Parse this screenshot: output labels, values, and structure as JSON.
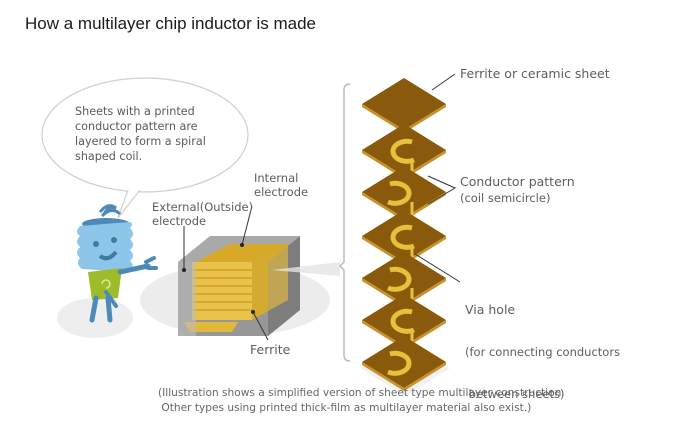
{
  "title": "How a multilayer chip inductor is made",
  "speech_bubble": {
    "lines": [
      "Sheets with a printed",
      "conductor pattern are",
      "layered to form a spiral",
      "shaped coil."
    ]
  },
  "chip_labels": {
    "internal_electrode": [
      "Internal",
      "electrode"
    ],
    "external_electrode": [
      "External(Outside)",
      "electrode"
    ],
    "ferrite": "Ferrite"
  },
  "stack_labels": {
    "sheet": "Ferrite or ceramic sheet",
    "conductor": [
      "Conductor pattern",
      "(coil semicircle)"
    ],
    "via": [
      "Via hole",
      "(for connecting conductors",
      " between sheets)"
    ]
  },
  "footnote": [
    "(Illustration shows a simplified version of sheet type multilayer construction.",
    " Other types using printed thick-film as multilayer material also exist.)"
  ],
  "colors": {
    "sheet": "#8a5a0c",
    "sheet_edge": "#c8922a",
    "conductor": "#e6c23a",
    "chip_body": "#8e8e8e",
    "mascot": "#8ec6ea",
    "mascot_shirt": "#9cbc2a"
  }
}
